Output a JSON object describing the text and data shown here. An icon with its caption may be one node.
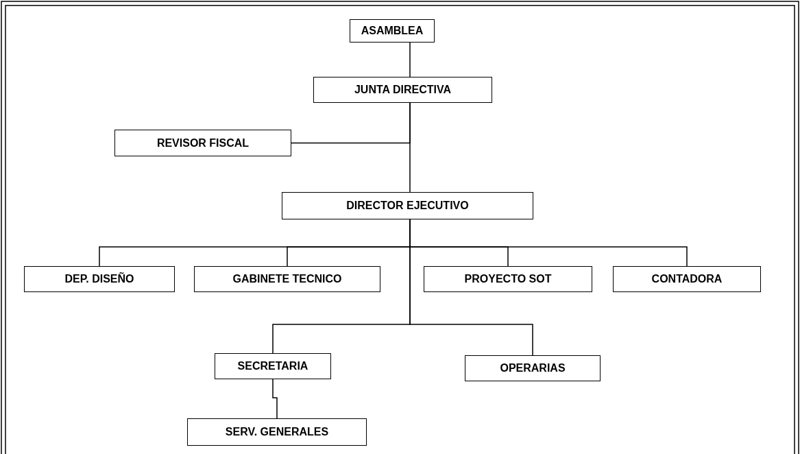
{
  "diagram": {
    "nodes": [
      {
        "text": [
          "ASAMBLEA"
        ]
      },
      {
        "text": [
          "JUNTA DIRECTIVA"
        ]
      },
      {
        "text": [
          "REVISOR FISCAL"
        ]
      },
      {
        "text": [
          "DIRECTOR EJECUTIVO"
        ]
      },
      {
        "text": [
          "DEP. DISEÑO"
        ]
      },
      {
        "text": [
          "GABINETE TECNICO"
        ]
      },
      {
        "text": [
          "PROYECTO SOT"
        ]
      },
      {
        "text": [
          "CONTADORA"
        ]
      },
      {
        "text": [
          "SECRETARIA"
        ]
      },
      {
        "text": [
          "OPERARIAS"
        ]
      },
      {
        "text": [
          "SERV. GENERALES"
        ]
      }
    ],
    "edges": [
      {
        "from": 0,
        "to": 1,
        "arrow": "none"
      },
      {
        "from": 1,
        "to": 2,
        "arrow": "none"
      },
      {
        "from": 1,
        "to": 3,
        "arrow": "none"
      },
      {
        "from": 3,
        "to": 4,
        "arrow": "none"
      },
      {
        "from": 3,
        "to": 5,
        "arrow": "none"
      },
      {
        "from": 3,
        "to": 6,
        "arrow": "none"
      },
      {
        "from": 3,
        "to": 7,
        "arrow": "none"
      },
      {
        "from": 3,
        "to": 8,
        "arrow": "none"
      },
      {
        "from": 3,
        "to": 9,
        "arrow": "none"
      },
      {
        "from": 8,
        "to": 10,
        "arrow": "none"
      }
    ]
  }
}
